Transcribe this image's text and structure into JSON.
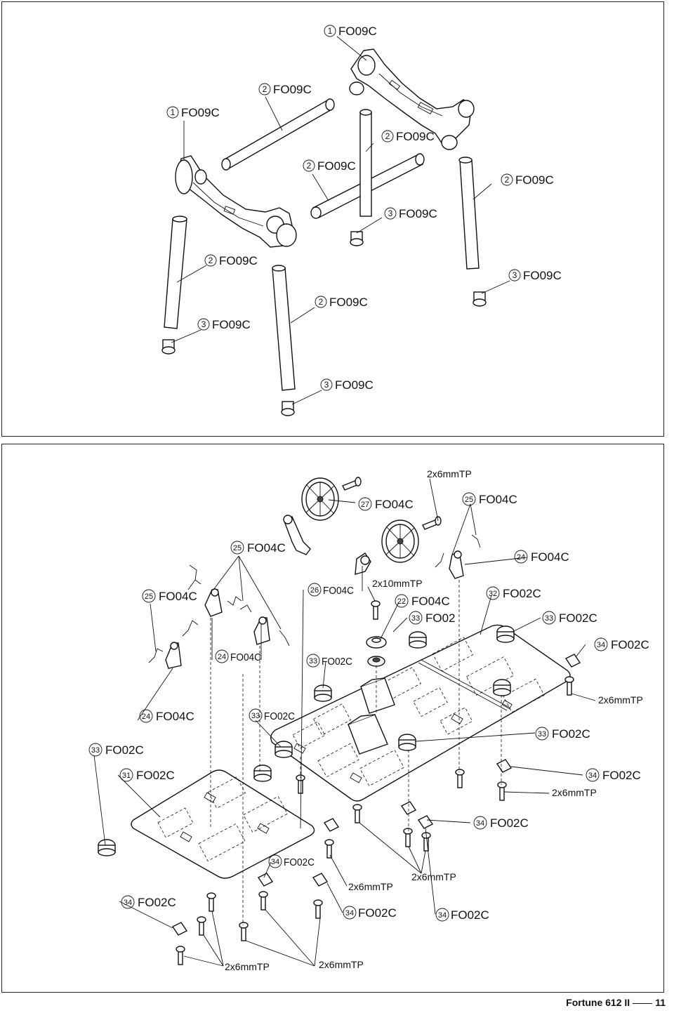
{
  "top_panel": {
    "labels": {
      "l1": {
        "num": "1",
        "code": "FO09C"
      },
      "l2": {
        "num": "2",
        "code": "FO09C"
      },
      "l3": {
        "num": "1",
        "code": "FO09C"
      },
      "l4": {
        "num": "2",
        "code": "FO09C"
      },
      "l5": {
        "num": "2",
        "code": "FO09C"
      },
      "l6": {
        "num": "2",
        "code": "FO09C"
      },
      "l7": {
        "num": "3",
        "code": "FO09C"
      },
      "l8": {
        "num": "2",
        "code": "FO09C"
      },
      "l9": {
        "num": "3",
        "code": "FO09C"
      },
      "l10": {
        "num": "2",
        "code": "FO09C"
      },
      "l11": {
        "num": "3",
        "code": "FO09C"
      },
      "l12": {
        "num": "3",
        "code": "FO09C"
      }
    }
  },
  "bottom_panel": {
    "labels": {
      "b1": {
        "num": "",
        "code": "2x6mmTP"
      },
      "b2": {
        "num": "27",
        "code": "FO04C"
      },
      "b3": {
        "num": "25",
        "code": "FO04C"
      },
      "b4": {
        "num": "25",
        "code": "FO04C"
      },
      "b5": {
        "num": "24",
        "code": "FO04C"
      },
      "b6": {
        "num": "25",
        "code": "FO04C"
      },
      "b7": {
        "num": "26",
        "code": "FO04C"
      },
      "b8": {
        "num": "",
        "code": "2x10mmTP"
      },
      "b9": {
        "num": "22",
        "code": "FO04C"
      },
      "b10": {
        "num": "32",
        "code": "FO02C"
      },
      "b11": {
        "num": "33",
        "code": "FO02"
      },
      "b12": {
        "num": "33",
        "code": "FO02C"
      },
      "b13": {
        "num": "34",
        "code": "FO02C"
      },
      "b14": {
        "num": "24",
        "code": "FO04C"
      },
      "b15": {
        "num": "33",
        "code": "FO02C"
      },
      "b16": {
        "num": "",
        "code": "2x6mmTP"
      },
      "b17": {
        "num": "24",
        "code": "FO04C"
      },
      "b18": {
        "num": "33",
        "code": "FO02C"
      },
      "b19": {
        "num": "33",
        "code": "FO02C"
      },
      "b20": {
        "num": "33",
        "code": "FO02C"
      },
      "b21": {
        "num": "31",
        "code": "FO02C"
      },
      "b22": {
        "num": "34",
        "code": "FO02C"
      },
      "b23": {
        "num": "",
        "code": "2x6mmTP"
      },
      "b24": {
        "num": "34",
        "code": "FO02C"
      },
      "b25": {
        "num": "34",
        "code": "FO02C"
      },
      "b26": {
        "num": "",
        "code": "2x6mmTP"
      },
      "b27": {
        "num": "",
        "code": "2x6mmTP"
      },
      "b28": {
        "num": "34",
        "code": "FO02C"
      },
      "b29": {
        "num": "34",
        "code": "FO02C"
      },
      "b30": {
        "num": "34",
        "code": "FO02C"
      },
      "b31": {
        "num": "",
        "code": "2x6mmTP"
      },
      "b32": {
        "num": "",
        "code": "2x6mmTP"
      }
    }
  },
  "footer": {
    "title": "Fortune 612 II",
    "page": "11"
  }
}
